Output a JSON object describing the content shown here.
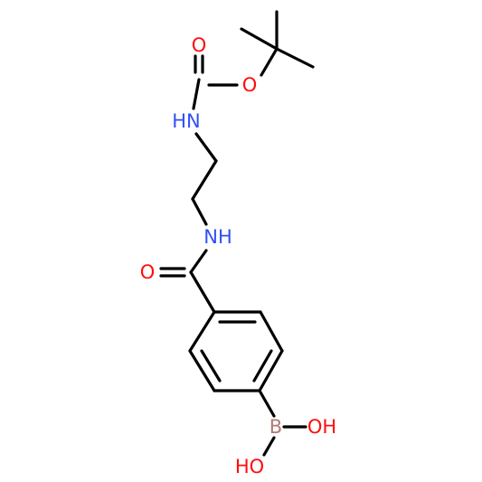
{
  "colors": {
    "background": "#ffffff",
    "bond": "#000000",
    "oxygen": "#ff0d0d",
    "nitrogen": "#3050f8",
    "boron": "#b07b76"
  },
  "atoms": [
    {
      "id": "O_carbonyl_top",
      "label": "O",
      "element": "oxygen"
    },
    {
      "id": "O_ester",
      "label": "O",
      "element": "oxygen"
    },
    {
      "id": "NH_carbamate",
      "label": "HN",
      "element": "nitrogen"
    },
    {
      "id": "NH_amide",
      "label": "NH",
      "element": "nitrogen"
    },
    {
      "id": "O_amide",
      "label": "O",
      "element": "oxygen"
    },
    {
      "id": "B",
      "label": "B",
      "element": "boron"
    },
    {
      "id": "OH_right",
      "label": "OH",
      "element": "oxygen"
    },
    {
      "id": "OH_bottom",
      "label": "HO",
      "element": "oxygen"
    }
  ]
}
